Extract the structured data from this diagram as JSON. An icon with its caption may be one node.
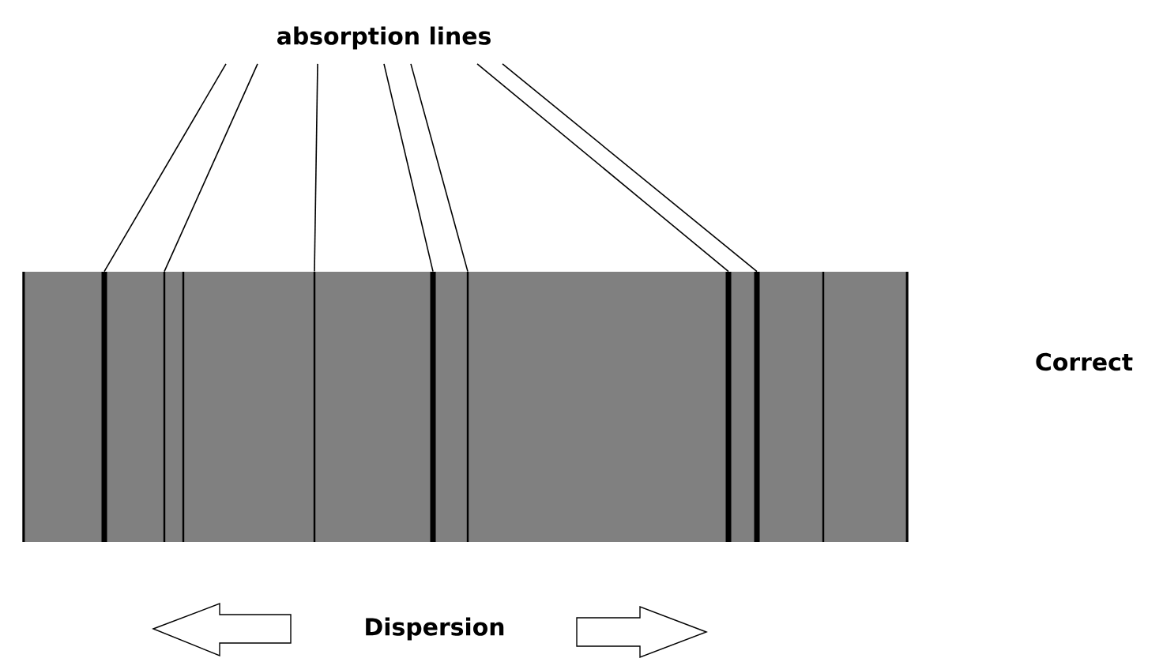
{
  "diagram": {
    "nodes": [
      {
        "text": [
          "absorption lines"
        ]
      },
      {
        "text": [],
        "shape": "bar"
      },
      {
        "text": [],
        "shape": "bar"
      },
      {
        "text": [],
        "shape": "bar"
      },
      {
        "text": [],
        "shape": "bar"
      },
      {
        "text": [],
        "shape": "bar"
      },
      {
        "text": [],
        "shape": "bar"
      },
      {
        "text": [],
        "shape": "bar"
      }
    ],
    "edges": [
      {
        "from": 0,
        "to": 1,
        "arrow": "none"
      },
      {
        "from": 0,
        "to": 2,
        "arrow": "none"
      },
      {
        "from": 0,
        "to": 3,
        "arrow": "none"
      },
      {
        "from": 0,
        "to": 4,
        "arrow": "none"
      },
      {
        "from": 0,
        "to": 5,
        "arrow": "none"
      },
      {
        "from": 0,
        "to": 6,
        "arrow": "none"
      },
      {
        "from": 0,
        "to": 7,
        "arrow": "none"
      }
    ],
    "labels": [
      "Correct",
      "Dispersion"
    ]
  }
}
